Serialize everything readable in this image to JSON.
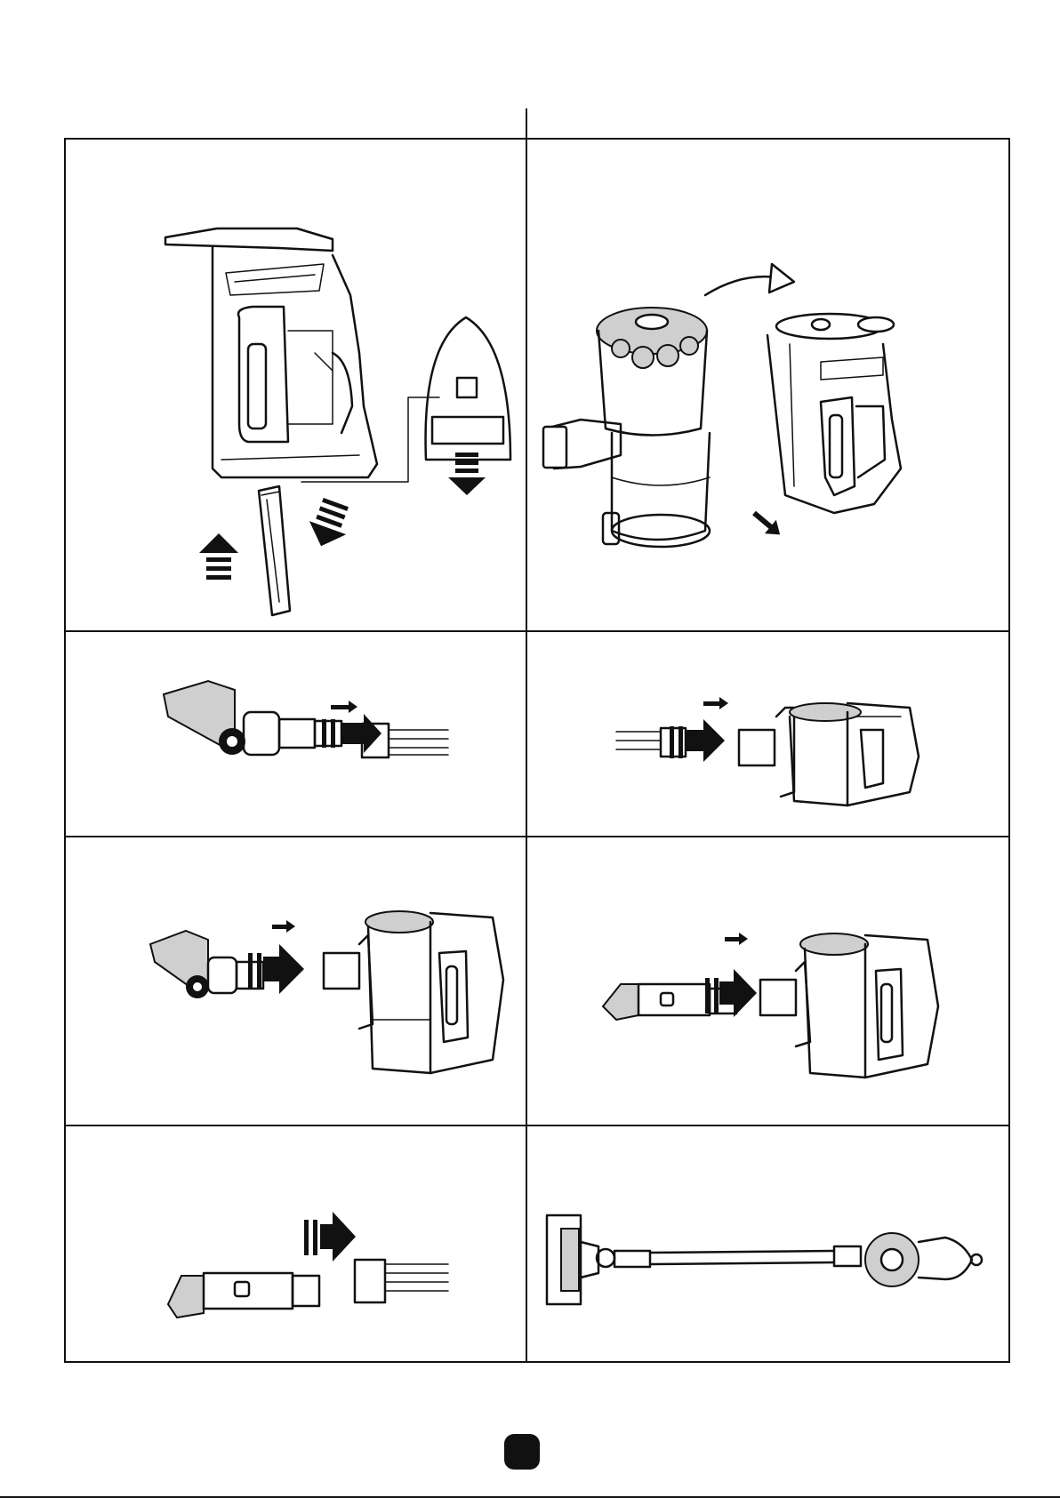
{
  "page": {
    "page_number": ""
  },
  "figures": [
    {
      "id": "battery-removal",
      "icon": "battery-release-illustration"
    },
    {
      "id": "dust-container-detach",
      "icon": "dust-container-illustration"
    },
    {
      "id": "floor-brush-to-tube",
      "icon": "floor-brush-tube-illustration"
    },
    {
      "id": "tube-to-main-unit",
      "icon": "tube-main-unit-illustration"
    },
    {
      "id": "floor-brush-to-main-unit",
      "icon": "floor-brush-main-unit-illustration"
    },
    {
      "id": "crevice-tool-to-main-unit",
      "icon": "crevice-tool-main-unit-illustration"
    },
    {
      "id": "crevice-tool-to-tube",
      "icon": "crevice-tool-tube-illustration"
    },
    {
      "id": "assembled-stick-vacuum",
      "icon": "assembled-vacuum-illustration"
    }
  ]
}
